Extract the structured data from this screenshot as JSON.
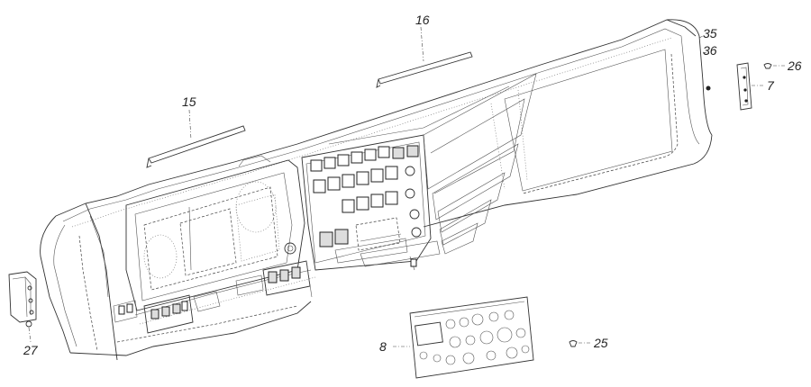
{
  "callouts": {
    "c15": "15",
    "c16": "16",
    "c35": "35",
    "c36": "36",
    "c26": "26",
    "c7": "7",
    "c27": "27",
    "c8": "8",
    "c25": "25"
  }
}
